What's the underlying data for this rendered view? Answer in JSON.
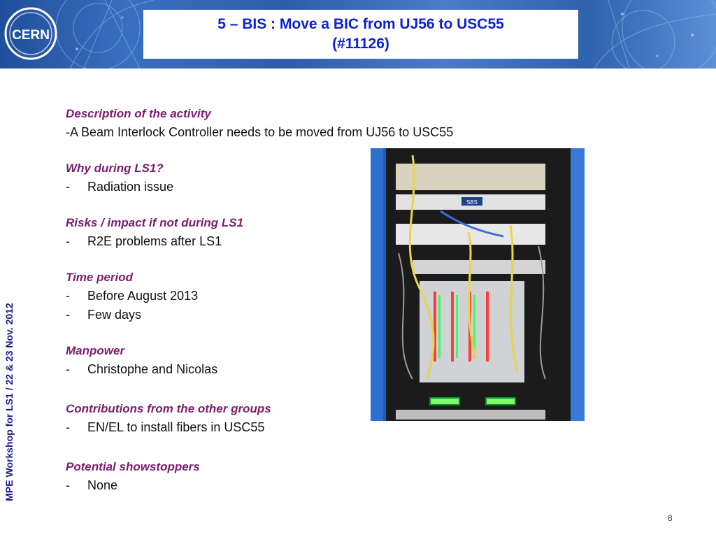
{
  "header": {
    "title_line1": "5 – BIS : Move a BIC from UJ56 to USC55",
    "title_line2": "(#11126)",
    "logo_text": "CERN"
  },
  "side_text": "MPE Workshop for LS1 /  22 & 23 Nov. 2012",
  "sections": [
    {
      "heading": "Description of the activity",
      "bullets": [
        "A Beam Interlock Controller needs to be moved from UJ56 to USC55"
      ]
    },
    {
      "heading": "Why during LS1?",
      "bullets": [
        "Radiation issue"
      ]
    },
    {
      "heading": "Risks / impact if not during LS1",
      "bullets": [
        "R2E problems after LS1"
      ]
    },
    {
      "heading": "Time period",
      "bullets": [
        "Before August 2013",
        "Few days"
      ]
    },
    {
      "heading": "Manpower",
      "bullets": [
        "Christophe and Nicolas"
      ]
    },
    {
      "heading": "Contributions from the other groups",
      "bullets": [
        "EN/EL to install fibers in USC55"
      ]
    },
    {
      "heading": "Potential showstoppers",
      "bullets": [
        "None"
      ]
    }
  ],
  "bullet_marker": "-",
  "photo_label": "SBS",
  "page_number": "8",
  "colors": {
    "title": "#0b1fd6",
    "heading": "#7b1d6f",
    "side_text": "#1a1a8c",
    "banner": "#2d5ea8"
  }
}
